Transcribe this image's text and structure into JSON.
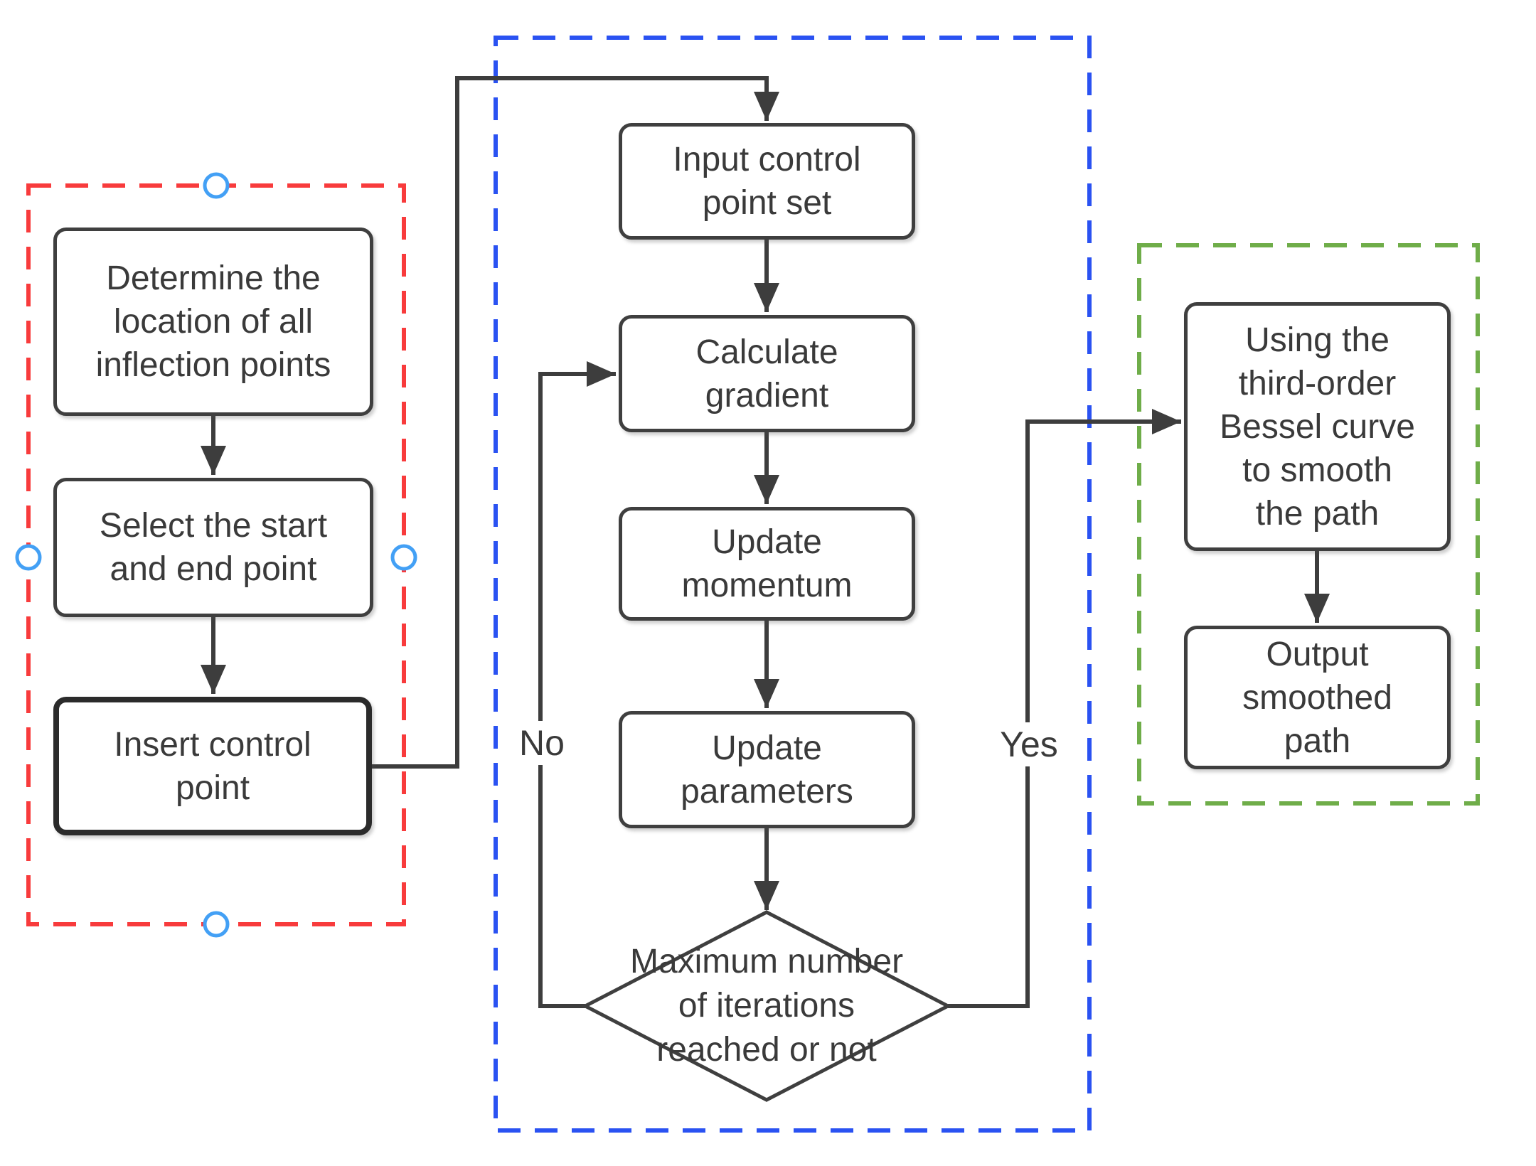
{
  "flowchart": {
    "colors": {
      "line": "#3d3d3d",
      "box_border": "#3f3f3f",
      "red_group": "#f83b3c",
      "blue_group": "#2a52f2",
      "green_group": "#6fad49",
      "handle_stroke": "#43a0f5",
      "handle_fill": "#ffffff",
      "text": "#3a3a3a"
    },
    "nodes": {
      "determine": {
        "label": "Determine the\nlocation of all\ninflection points"
      },
      "select": {
        "label": "Select the start\nand end point"
      },
      "insert": {
        "label": "Insert control\npoint"
      },
      "input": {
        "label": "Input control\npoint set"
      },
      "calculate": {
        "label": "Calculate\ngradient"
      },
      "momentum": {
        "label": "Update\nmomentum"
      },
      "parameters": {
        "label": "Update\nparameters"
      },
      "decision": {
        "label": "Maximum number\nof iterations\nreached or not"
      },
      "bessel": {
        "label": "Using the\nthird-order\nBessel curve\nto smooth\nthe path"
      },
      "output": {
        "label": "Output\nsmoothed\npath"
      }
    },
    "edge_labels": {
      "no": "No",
      "yes": "Yes"
    }
  }
}
